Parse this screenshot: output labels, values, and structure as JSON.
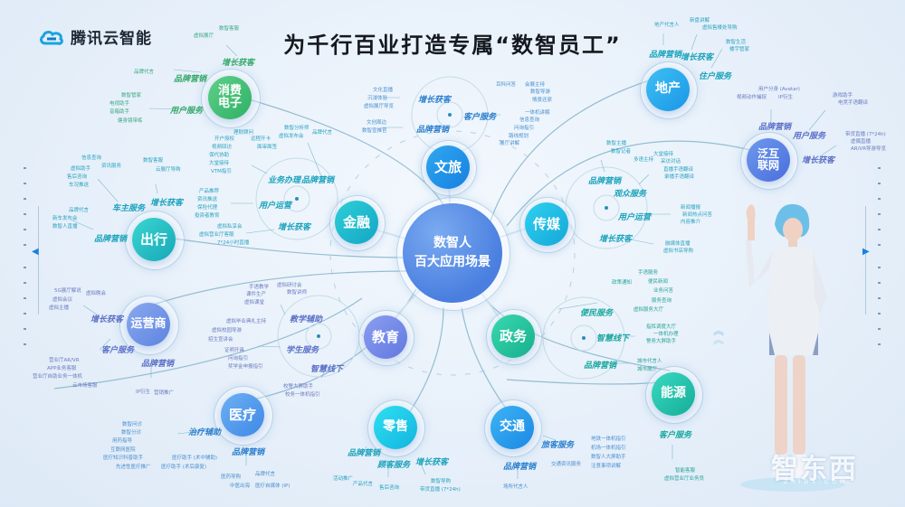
{
  "brand": {
    "name": "腾讯云智能",
    "logo_icon": "cloud-icon"
  },
  "title": "为千行百业打造专属“数智员工”",
  "center": {
    "line1": "数智人",
    "line2": "百大应用场景"
  },
  "colors": {
    "primary": "#2b7fcf",
    "green": "#34a86a",
    "cyan": "#1aa3bc",
    "purple": "#5a6fc7",
    "teal": "#19a8a0"
  },
  "industries": {
    "consumer_electronics": {
      "name": "消费电子",
      "categories": {
        "growth": {
          "label": "增长获客",
          "leaves": [
            "数智客服",
            "虚拟展厅"
          ]
        },
        "brand": {
          "label": "品牌营销",
          "leaves": [
            "品牌代言"
          ]
        },
        "user": {
          "label": "用户服务",
          "leaves": [
            "数智管家",
            "电视助手",
            "音箱助手",
            "健身镜带练"
          ]
        }
      }
    },
    "travel": {
      "name": "出行",
      "categories": {
        "owner": {
          "label": "车主服务",
          "leaves": [
            "信息查询",
            "资讯服务",
            "虚拟助手",
            "售后咨询",
            "车况推送"
          ]
        },
        "growth": {
          "label": "增长获客",
          "leaves": [
            "数智客服",
            "云展厅导购"
          ]
        },
        "brand": {
          "label": "品牌营销",
          "leaves": [
            "品牌代言",
            "新车发布会",
            "数智人直播"
          ]
        }
      }
    },
    "finance": {
      "name": "金融",
      "categories": {
        "business": {
          "label": "业务办理",
          "leaves": [
            "理财顾问",
            "开户授权",
            "远程开卡",
            "视频回访",
            "面审面签",
            "保代协助",
            "大堂接待",
            "VTM指引"
          ]
        },
        "brand": {
          "label": "品牌营销",
          "leaves": [
            "数智分析师",
            "品牌代言",
            "虚拟发布会"
          ]
        },
        "ops": {
          "label": "用户运营",
          "leaves": [
            "产品推荐",
            "资讯推送",
            "保险代理",
            "投资者教育"
          ]
        },
        "growth": {
          "label": "增长获客",
          "leaves": [
            "虚拟私享会",
            "虚拟营业厅客服",
            "7*24小时直播"
          ]
        }
      }
    },
    "culture_tourism": {
      "name": "文旅",
      "categories": {
        "growth": {
          "label": "增长获客",
          "leaves": [
            "文化直播",
            "沉浸体验",
            "虚拟展厅导览"
          ]
        },
        "brand": {
          "label": "品牌营销",
          "leaves": [
            "文创周边",
            "数智宣推官"
          ]
        },
        "customer": {
          "label": "客户服务",
          "leaves": [
            "百科问答",
            "会展主持",
            "数智导游",
            "情景还原",
            "一体机讲解",
            "信息查询",
            "问询指引",
            "路线规划",
            "展厅讲解"
          ]
        }
      }
    },
    "media": {
      "name": "传媒",
      "categories": {
        "brand": {
          "label": "品牌营销",
          "leaves": [
            "数智主播",
            "数智记者"
          ]
        },
        "audience": {
          "label": "观众服务",
          "leaves": [
            "大堂接待",
            "多语主持",
            "采访对话",
            "直播手语翻译",
            "录播手语翻译"
          ]
        },
        "ops": {
          "label": "用户运营",
          "leaves": [
            "新闻播报",
            "新闻热点问答",
            "内容推介"
          ]
        },
        "growth": {
          "label": "增长获客",
          "leaves": [
            "融媒体直播",
            "虚拟书店导购"
          ]
        }
      }
    },
    "real_estate": {
      "name": "地产",
      "categories": {
        "brand": {
          "label": "品牌营销",
          "leaves": [
            "地产代言人"
          ]
        },
        "growth": {
          "label": "增长获客",
          "leaves": [
            "新盘讲解",
            "虚拟售楼处导购"
          ]
        },
        "resident": {
          "label": "住户服务",
          "leaves": [
            "数智生活",
            "楼宇管家"
          ]
        }
      }
    },
    "pan_internet": {
      "name": "泛互联网",
      "categories": {
        "brand": {
          "label": "品牌营销",
          "leaves": [
            "用户分身 (Avatar)",
            "视频动作捕捉",
            "IP衍生"
          ]
        },
        "user": {
          "label": "用户服务",
          "leaves": [
            "游戏助手",
            "电竞手语翻译"
          ]
        },
        "growth": {
          "label": "增长获客",
          "leaves": [
            "带货直播 (7*24h)",
            "虚偶直播",
            "AR/VR导游导览"
          ]
        }
      }
    },
    "operator": {
      "name": "运营商",
      "categories": {
        "growth": {
          "label": "增长获客",
          "leaves": [
            "5G展厅解说",
            "虚拟晚会",
            "虚拟会议",
            "虚拟主播"
          ]
        },
        "customer": {
          "label": "客户服务",
          "leaves": [
            "营业厅AR/VR",
            "APP业务客服",
            "营业厅自助业务一体机",
            "云市场客服"
          ]
        },
        "brand": {
          "label": "品牌营销",
          "leaves": [
            "IP衍生",
            "营销推广"
          ]
        }
      }
    },
    "education": {
      "name": "教育",
      "categories": {
        "teaching": {
          "label": "教学辅助",
          "leaves": [
            "手语教学",
            "虚拟研讨会",
            "课件生产",
            "数智讲师",
            "虚拟课堂"
          ]
        },
        "student": {
          "label": "学生服务",
          "leaves": [
            "虚拟毕业典礼主持",
            "虚拟校园导游",
            "招生宣讲会",
            "证明开具",
            "问询指引",
            "奖学金申报指引"
          ]
        },
        "offline": {
          "label": "智慧线下",
          "leaves": [
            "校警大屏助手",
            "校务一体机指引"
          ]
        }
      }
    },
    "government": {
      "name": "政务",
      "categories": {
        "service": {
          "label": "便民服务",
          "leaves": [
            "手语服务",
            "政策通知",
            "便民新闻",
            "业务问答",
            "服务查询",
            "虚拟服务大厅"
          ]
        },
        "offline": {
          "label": "智慧线下",
          "leaves": [
            "指挥调度大厅",
            "一体机办理",
            "警务大屏助手"
          ]
        },
        "brand": {
          "label": "品牌营销",
          "leaves": [
            "城市代言人",
            "城市展厅"
          ]
        }
      }
    },
    "medical": {
      "name": "医疗",
      "categories": {
        "assist": {
          "label": "治疗辅助",
          "leaves": [
            "数智问诊",
            "数智分诊",
            "用药指导",
            "互联网医院",
            "医疗知识科普助手",
            "先进性医疗推广",
            "医疗助手 (术中辅助)",
            "医疗助手 (术后康复)"
          ]
        },
        "brand": {
          "label": "品牌营销",
          "leaves": [
            "医药导购",
            "品牌代言",
            "中医出海",
            "医疗自媒体 (IP)"
          ]
        }
      }
    },
    "retail": {
      "name": "零售",
      "categories": {
        "brand": {
          "label": "品牌营销",
          "leaves": [
            "活动推广",
            "产品代言"
          ]
        },
        "customer": {
          "label": "顾客服务",
          "leaves": [
            "售后咨询"
          ]
        },
        "growth": {
          "label": "增长获客",
          "leaves": [
            "数智导购",
            "带货直播 (7*24h)"
          ]
        }
      }
    },
    "transport": {
      "name": "交通",
      "categories": {
        "passenger": {
          "label": "旅客服务",
          "leaves": [
            "地铁一体机指引",
            "机场一体机指引",
            "数智人大屏助手",
            "交通资讯服务",
            "注意事项讲解"
          ]
        },
        "brand": {
          "label": "品牌营销",
          "leaves": [
            "场所代言人"
          ]
        }
      }
    },
    "energy": {
      "name": "能源",
      "categories": {
        "customer": {
          "label": "客户服务",
          "leaves": [
            "智能客服",
            "虚拟营业厅业务员"
          ]
        }
      }
    }
  },
  "watermark": {
    "main": "智东西",
    "sub": "ZHIDX.COM"
  },
  "decor": {
    "left_arrow": "◀",
    "right_arrow": "▶",
    "chevrons": "︽"
  }
}
